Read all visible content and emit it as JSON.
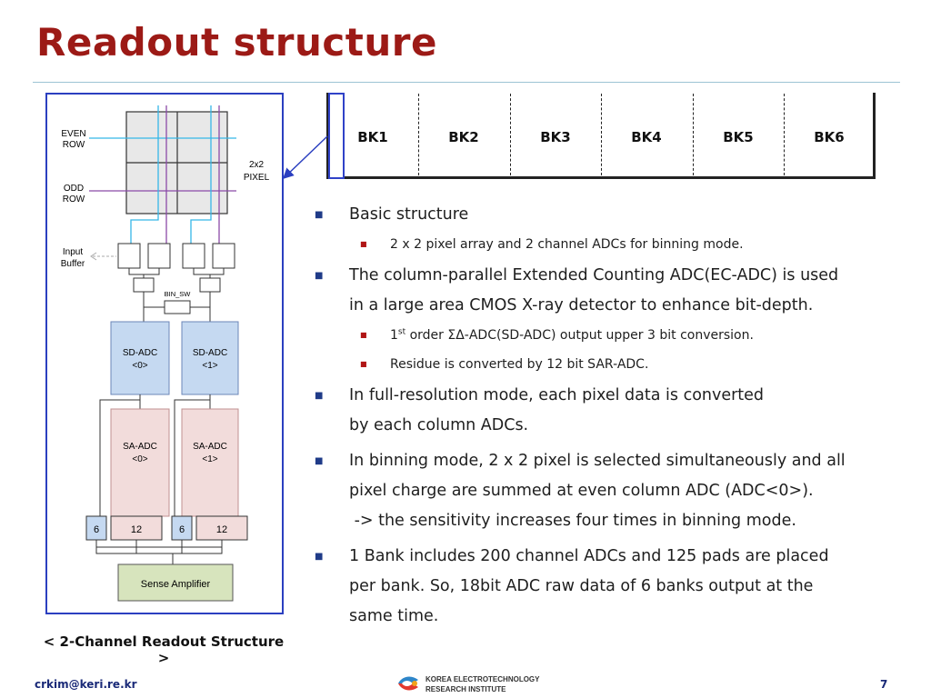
{
  "slide": {
    "title": "Readout structure",
    "caption": "< 2-Channel Readout Structure >",
    "footer_email": "crkim@keri.re.kr",
    "page_number": "7",
    "logo_line1": "KOREA ELECTROTECHNOLOGY",
    "logo_line2": "RESEARCH INSTITUTE"
  },
  "banks": [
    "BK1",
    "BK2",
    "BK3",
    "BK4",
    "BK5",
    "BK6"
  ],
  "bullets": {
    "b1": "Basic structure",
    "b1_1": "2 x 2 pixel array and 2 channel ADCs for binning mode.",
    "b2_l1": "The column-parallel Extended Counting ADC(EC-ADC) is used",
    "b2_l2": "in a large area CMOS X-ray detector to enhance bit-depth.",
    "b2_1_pre": "1",
    "b2_1_sup": "st",
    "b2_1_post": " order ΣΔ-ADC(SD-ADC) output upper 3 bit conversion.",
    "b2_2": "Residue is converted by 12 bit SAR-ADC.",
    "b3_l1": "In full-resolution mode, each pixel data is converted",
    "b3_l2": "by each column ADCs.",
    "b4_l1": "In binning mode, 2 x 2 pixel is selected simultaneously and all",
    "b4_l2": "pixel charge are summed at even column ADC (ADC<0>).",
    "b4_l3": " -> the sensitivity increases four times in binning mode.",
    "b5_l1": "1 Bank includes 200 channel ADCs and 125 pads are placed",
    "b5_l2": "per bank. So, 18bit ADC raw data of 6 banks output at the",
    "b5_l3": "same time."
  },
  "diagram": {
    "even_row_1": "EVEN",
    "even_row_2": "ROW",
    "odd_row_1": "ODD",
    "odd_row_2": "ROW",
    "pixel_1": "2x2",
    "pixel_2": "PIXEL",
    "input_buffer_1": "Input",
    "input_buffer_2": "Buffer",
    "bin_sw": "BIN_SW",
    "sd_adc0_1": "SD-ADC",
    "sd_adc0_2": "<0>",
    "sd_adc1_1": "SD-ADC",
    "sd_adc1_2": "<1>",
    "sa_adc0_1": "SA-ADC",
    "sa_adc0_2": "<0>",
    "sa_adc1_1": "SA-ADC",
    "sa_adc1_2": "<1>",
    "bits_left_a": "6",
    "bits_left_b": "12",
    "bits_right_a": "6",
    "bits_right_b": "12",
    "sense_amp": "Sense Amplifier"
  },
  "colors": {
    "title": "#9c1a16",
    "diagram_border": "#2b3fc0",
    "sd_adc_fill": "#c5d9f1",
    "sa_adc_fill": "#f2dcdb",
    "sense_amp_fill": "#d7e4bd",
    "even_row_line": "#35b7e8",
    "odd_row_line": "#8b4aa8"
  }
}
